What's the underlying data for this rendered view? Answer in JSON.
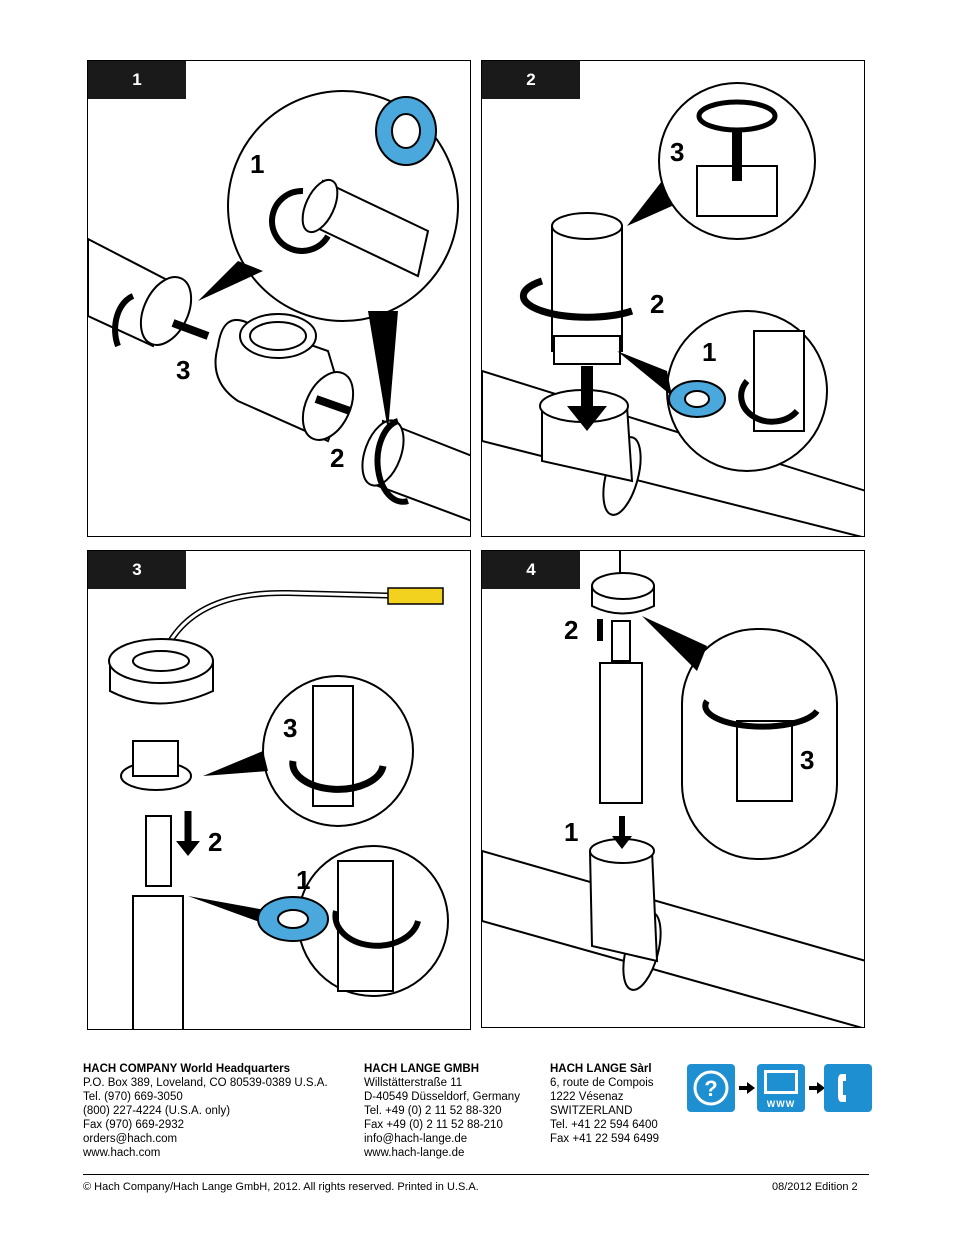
{
  "panels": [
    {
      "label": "1",
      "steps": [
        "1",
        "2",
        "3"
      ]
    },
    {
      "label": "2",
      "steps": [
        "1",
        "2",
        "3"
      ]
    },
    {
      "label": "3",
      "steps": [
        "1",
        "2",
        "3"
      ]
    },
    {
      "label": "4",
      "steps": [
        "1",
        "2",
        "3"
      ]
    }
  ],
  "addresses": [
    {
      "heading": "HACH COMPANY World Headquarters",
      "lines": [
        "P.O. Box 389, Loveland, CO 80539-0389 U.S.A.",
        "Tel. (970) 669-3050",
        "(800) 227-4224 (U.S.A. only)",
        "Fax (970) 669-2932",
        "orders@hach.com",
        "www.hach.com"
      ]
    },
    {
      "heading": "HACH LANGE GMBH",
      "lines": [
        "Willstätterstraße 11",
        "D-40549 Düsseldorf, Germany",
        "Tel. +49 (0) 2 11 52 88-320",
        "Fax +49 (0) 2 11 52 88-210",
        "info@hach-lange.de",
        "www.hach-lange.de"
      ]
    },
    {
      "heading": "HACH LANGE Sàrl",
      "lines": [
        "6, route de Compois",
        "1222 Vésenaz",
        "SWITZERLAND",
        "Tel. +41 22 594 6400",
        "Fax +41 22 594 6499"
      ]
    }
  ],
  "icons": {
    "help": "?",
    "www": "WWW",
    "phone_icon": "phone-icon",
    "color": "#1e8fd0"
  },
  "footer": {
    "copyright": "©  Hach Company/Hach Lange GmbH, 2012. All rights reserved. Printed in U.S.A.",
    "edition": "08/2012 Edition 2"
  },
  "colors": {
    "teflon_blue": "#4aa8dc",
    "panel_tag": "#1a1a1a",
    "cable_yellow": "#f2d21e"
  }
}
